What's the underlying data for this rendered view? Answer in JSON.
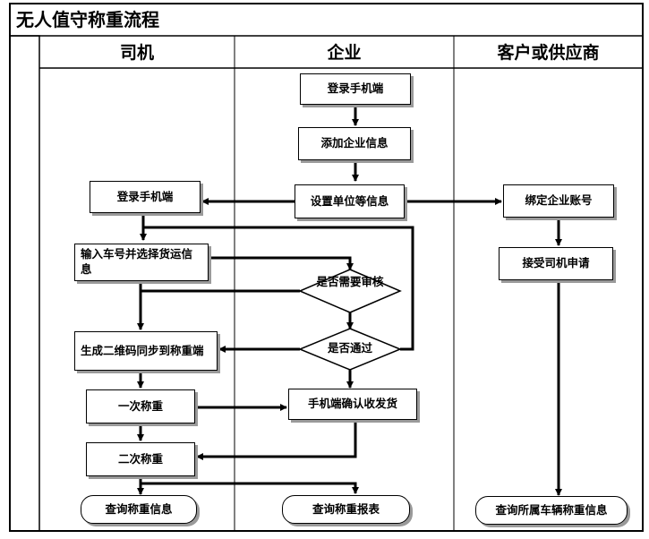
{
  "title": "无人值守称重流程",
  "lanes": {
    "driver": "司机",
    "enterprise": "企业",
    "customer": "客户或供应商"
  },
  "nodes": {
    "ent_login": "登录手机端",
    "ent_add_info": "添加企业信息",
    "ent_set_info": "设置单位等信息",
    "drv_login": "登录手机端",
    "cust_bind": "绑定企业账号",
    "drv_input": "输入车号并选择货运信息",
    "cust_accept": "接受司机申请",
    "dec_review": "是否需要审核",
    "drv_qrcode": "生成二维码同步到称重端",
    "dec_pass": "是否通过",
    "drv_first_weigh": "一次称重",
    "ent_confirm": "手机端确认收发货",
    "drv_second_weigh": "二次称重",
    "drv_query": "查询称重信息",
    "ent_query": "查询称重报表",
    "cust_query": "查询所属车辆称重信息"
  }
}
